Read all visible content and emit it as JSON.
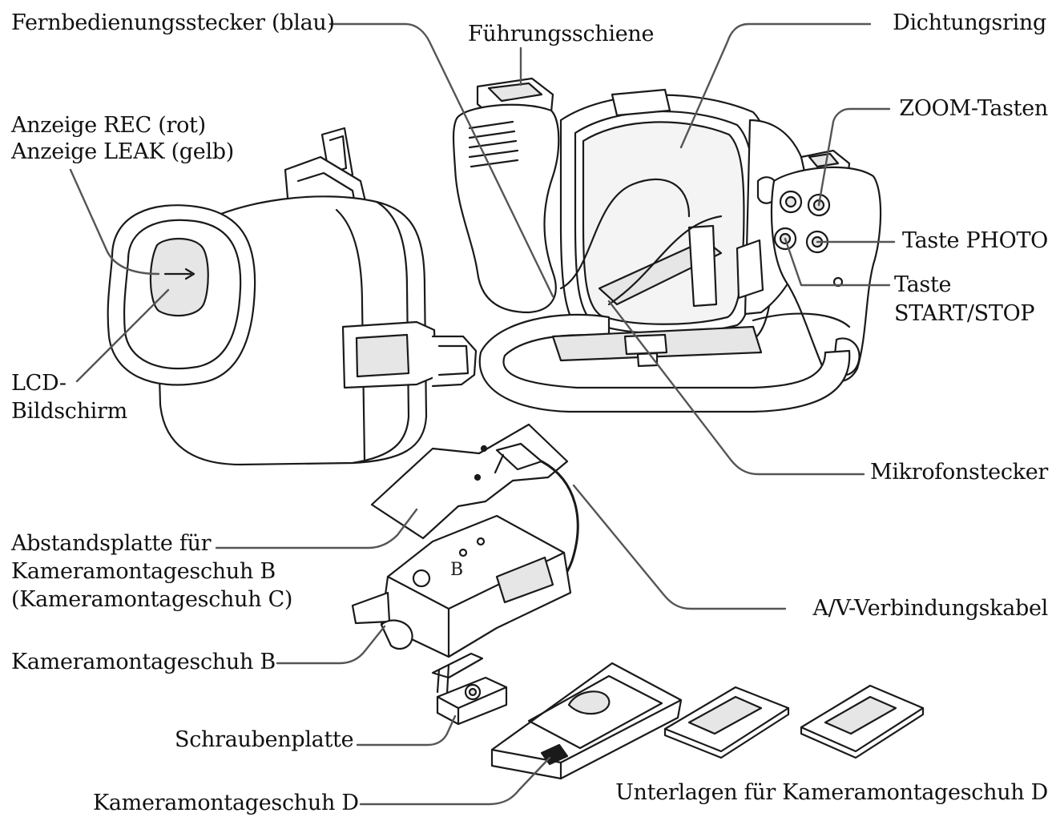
{
  "labels": {
    "remote_plug": "Fernbedienungsstecker (blau)",
    "guide_rail": "Führungsschiene",
    "seal_ring": "Dichtungsring",
    "rec_indicator": "Anzeige REC (rot)",
    "leak_indicator": "Anzeige LEAK (gelb)",
    "zoom_buttons": "ZOOM-Tasten",
    "photo_button": "Taste PHOTO",
    "start_stop_line1": "Taste",
    "start_stop_line2": "START/STOP",
    "lcd_line1": "LCD-",
    "lcd_line2": "Bildschirm",
    "mic_plug": "Mikrofonstecker",
    "spacer_line1": "Abstandsplatte für",
    "spacer_line2": "Kameramontageschuh B",
    "spacer_line3": "(Kameramontageschuh C)",
    "av_cable": "A/V-Verbindungskabel",
    "shoe_b": "Kameramontageschuh B",
    "screw_plate": "Schraubenplatte",
    "shoe_d": "Kameramontageschuh D",
    "shoe_d_pads": "Unterlagen für Kameramontageschuh D",
    "shoe_b_marking": "B"
  },
  "colors": {
    "line": "#1a1a1a",
    "leader": "#555555",
    "fill": "#ffffff",
    "shade": "#e6e6e6"
  }
}
